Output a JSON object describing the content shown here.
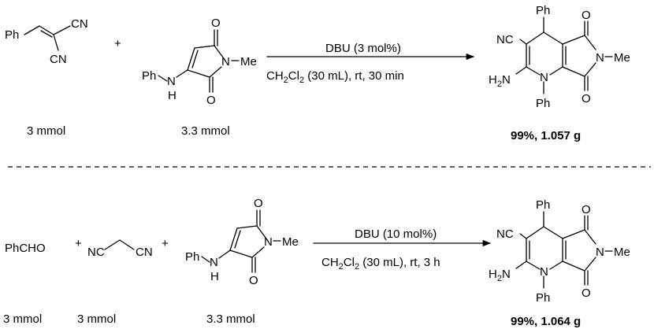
{
  "atoms": {
    "ph": "Ph",
    "cn": "CN",
    "nc": "NC",
    "o": "O",
    "n": "N",
    "me": "Me",
    "h": "H",
    "ch": "CH",
    "cl": "Cl",
    "two": "2",
    "phcho": "PhCHO",
    "dash": "−"
  },
  "reaction1": {
    "plus": "+",
    "condition_top": "DBU (3 mol%)",
    "condition_bottom": ", rt, 30 min",
    "solvent_volume": " (30 mL)",
    "amount_1": "3 mmol",
    "amount_2": "3.3 mmol",
    "yield": "99%, 1.057 g"
  },
  "reaction2": {
    "plus": "+",
    "condition_top": "DBU (10 mol%)",
    "condition_bottom": ", rt, 3 h",
    "solvent_volume": " (30 mL)",
    "amount_1": "3 mmol",
    "amount_2": "3 mmol",
    "amount_3": "3.3 mmol",
    "yield": "99%, 1.064 g"
  }
}
